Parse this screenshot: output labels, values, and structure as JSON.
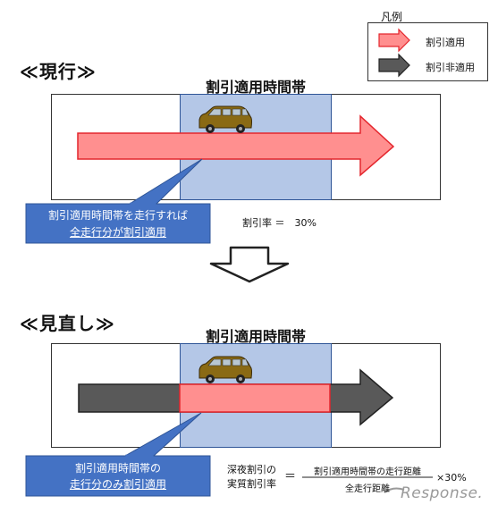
{
  "legend": {
    "title": "凡例",
    "items": [
      {
        "label": "割引適用",
        "color": "#ff8f8f"
      },
      {
        "label": "割引非適用",
        "color": "#595959"
      }
    ]
  },
  "current": {
    "title": "≪現行≫",
    "band_label": "割引適用時間帯",
    "callout_line1": "割引適用時間帯を走行すれば",
    "callout_line2": "全走行分が割引適用",
    "rate_text": "割引率 ＝　30%"
  },
  "revised": {
    "title": "≪見直し≫",
    "band_label": "割引適用時間帯",
    "callout_line1": "割引適用時間帯の",
    "callout_line2": "走行分のみ割引適用",
    "formula_label_line1": "深夜割引の",
    "formula_label_line2": "実質割引率",
    "equals": "＝",
    "numerator": "割引適用時間帯の走行距離",
    "denominator": "全走行距離",
    "multiplier": "×30%"
  },
  "watermark": "Response.",
  "colors": {
    "discount": "#ff8f8f",
    "discount_border": "#e4262d",
    "non_discount": "#595959",
    "band": "#b4c7e7",
    "callout": "#4472c4"
  }
}
